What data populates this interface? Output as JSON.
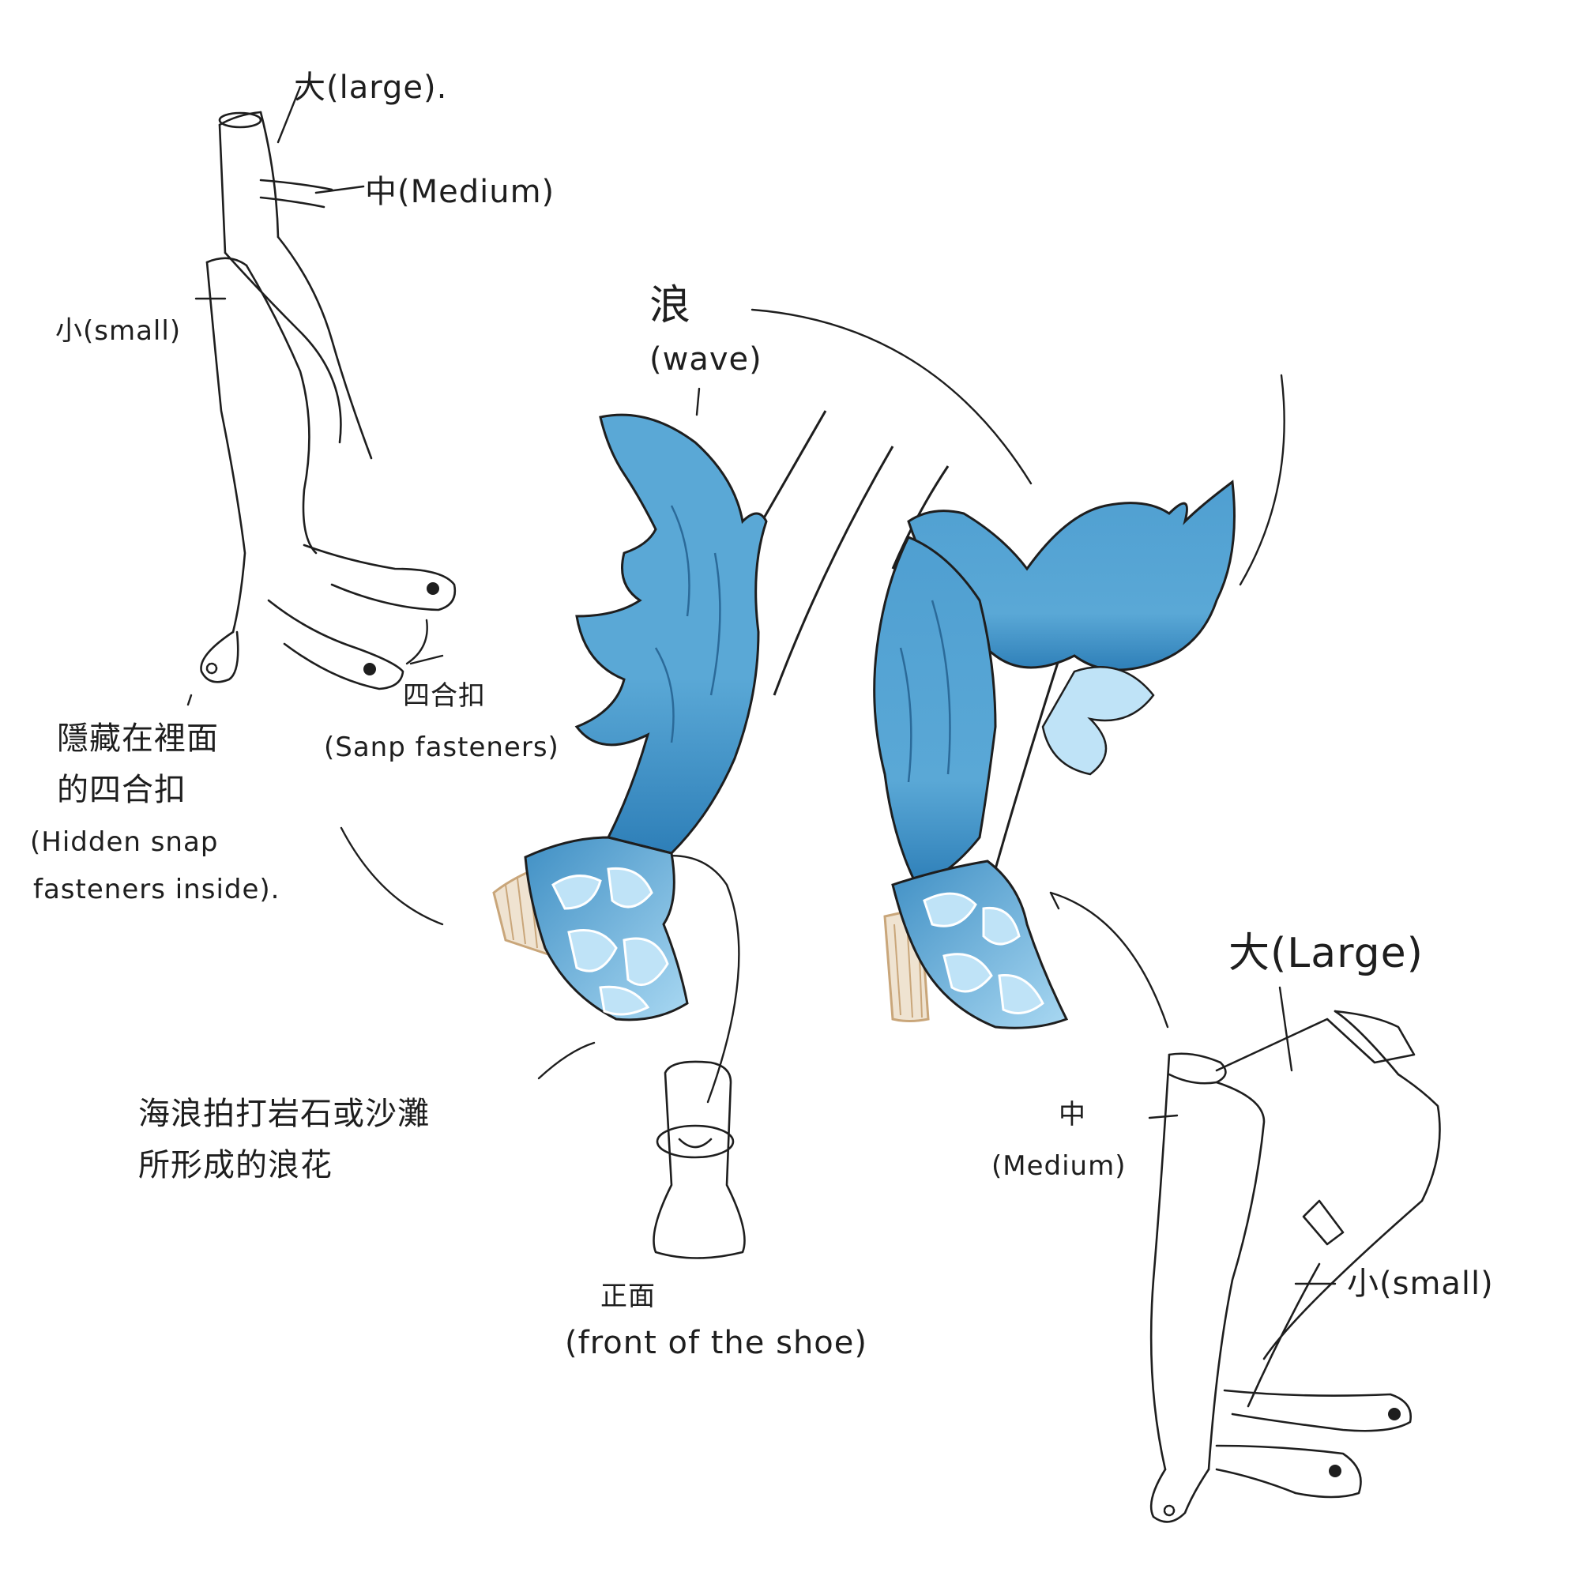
{
  "colors": {
    "ink": "#1e1e1e",
    "wave_dark": "#2e7fb8",
    "wave_mid": "#5aa8d6",
    "wave_light": "#bfe3f7",
    "heel": "#c9a67a"
  },
  "labels": {
    "left_large": "大(large).",
    "left_medium": "中(Medium)",
    "left_small": "小(small)",
    "left_snap_zh": "四合扣",
    "left_snap_en": "(Sanp fasteners)",
    "hidden_zh_1": "隱藏在裡面",
    "hidden_zh_2": "的四合扣",
    "hidden_en_1": "(Hidden snap",
    "hidden_en_2": "fasteners inside).",
    "wave_zh": "浪",
    "wave_en": "(wave)",
    "spray_zh_1": "海浪拍打岩石或沙灘",
    "spray_zh_2": "所形成的浪花",
    "front_zh": "正面",
    "front_en": "(front of the shoe)",
    "right_large": "大(Large)",
    "right_medium_zh": "中",
    "right_medium_en": "(Medium)",
    "right_small": "小(small)"
  }
}
